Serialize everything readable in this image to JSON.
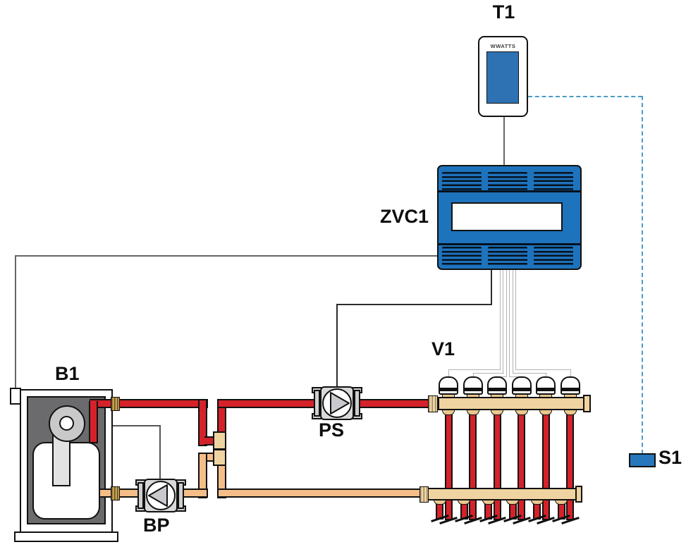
{
  "diagram": {
    "type": "hydronic-zone-valve-heating-system",
    "labels": {
      "thermostat": "T1",
      "controller": "ZVC1",
      "valve_manifold": "V1",
      "boiler": "B1",
      "boiler_pump": "BP",
      "system_pump": "PS",
      "sensor": "S1"
    },
    "thermostat_brand": "WWATTS",
    "zone_valves": 6,
    "colors": {
      "controller_blue": "#1e73bd",
      "screen_blue": "#2e72b4",
      "sensor_blue": "#2777bc",
      "supply_red": "#d5222a",
      "return_tan": "#f5bd87",
      "manifold_tan": "#efd3a0",
      "fitting_brass": "#c9a24f",
      "boiler_gray": "#6b6b6d",
      "wire_gray": "#9c9c9c",
      "dashed_link_blue": "#4c9bc8"
    }
  }
}
